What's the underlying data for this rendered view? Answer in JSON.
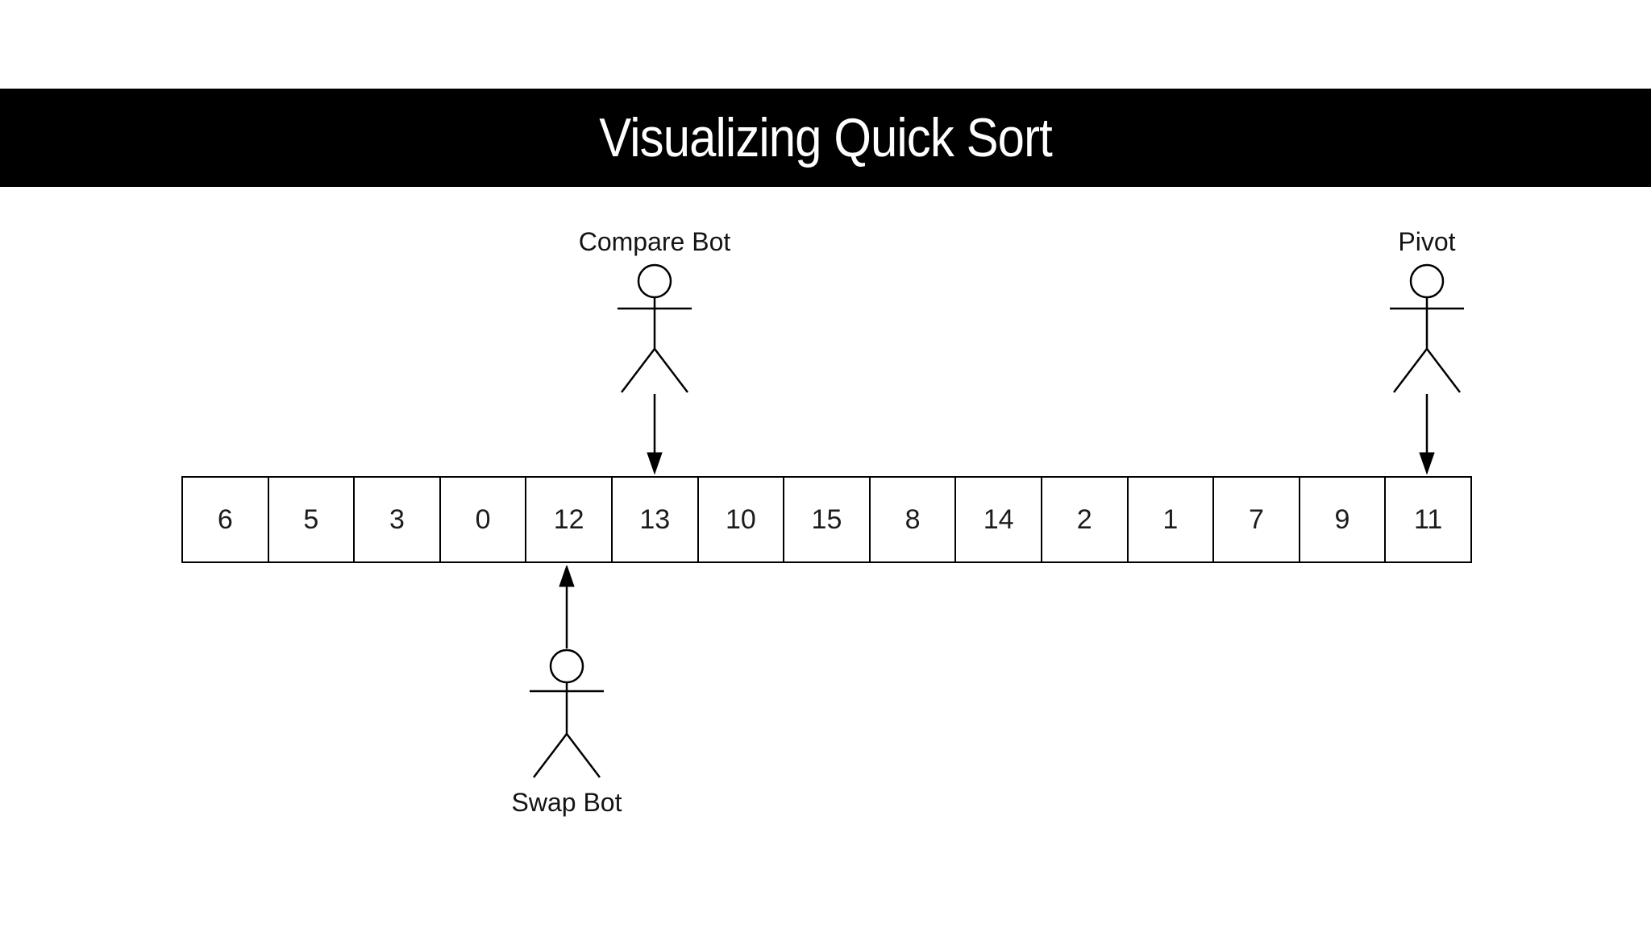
{
  "title_banner": {
    "title": "Visualizing Quick Sort"
  },
  "diagram": {
    "array": {
      "values": [
        6,
        5,
        3,
        0,
        12,
        13,
        10,
        15,
        8,
        14,
        2,
        1,
        7,
        9,
        11
      ],
      "cell_count": 15
    },
    "actors": {
      "compare_bot": {
        "label": "Compare Bot",
        "target_value": 13,
        "target_index": 5,
        "position": "above-array",
        "arrow_direction": "down"
      },
      "pivot": {
        "label": "Pivot",
        "target_value": 11,
        "target_index": 14,
        "position": "above-array",
        "arrow_direction": "down"
      },
      "swap_bot": {
        "label": "Swap Bot",
        "target_value": 12,
        "target_index": 4,
        "position": "below-array",
        "arrow_direction": "up"
      }
    }
  },
  "colors": {
    "banner_background": "#000000",
    "banner_text": "#ffffff",
    "diagram_stroke": "#000000",
    "cell_background": "#ffffff",
    "page_background": "#ffffff"
  }
}
